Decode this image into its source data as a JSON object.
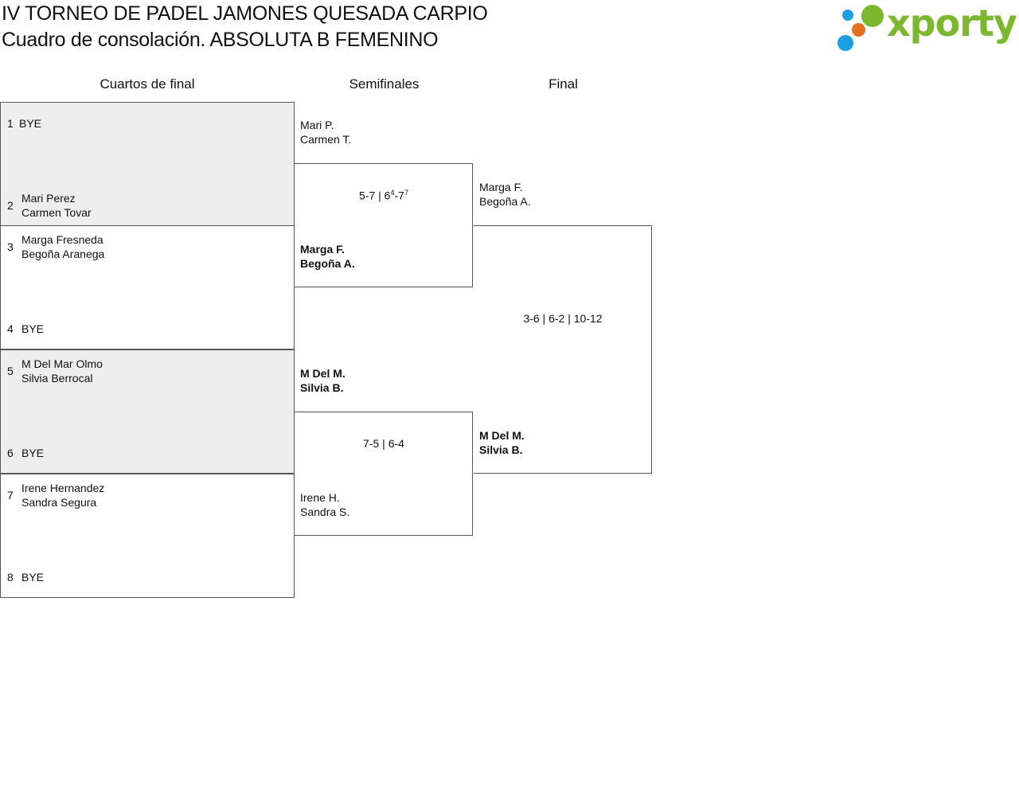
{
  "header": {
    "title": "IV TORNEO DE PADEL JAMONES QUESADA CARPIO",
    "subtitle": "Cuadro de consolación. ABSOLUTA B FEMENINO",
    "logo_text": "xporty",
    "logo_color": "#7cb82f"
  },
  "rounds": {
    "quarterfinals": "Cuartos de final",
    "semifinals": "Semifinales",
    "final": "Final"
  },
  "quarterfinals": [
    {
      "num": "1",
      "names": [
        "BYE"
      ]
    },
    {
      "num": "2",
      "names": [
        "Mari Perez",
        "Carmen Tovar"
      ]
    },
    {
      "num": "3",
      "names": [
        "Marga Fresneda",
        "Begoña Aranega"
      ]
    },
    {
      "num": "4",
      "names": [
        "BYE"
      ]
    },
    {
      "num": "5",
      "names": [
        "M Del Mar Olmo",
        "Silvia Berrocal"
      ]
    },
    {
      "num": "6",
      "names": [
        "BYE"
      ]
    },
    {
      "num": "7",
      "names": [
        "Irene Hernandez",
        "Sandra Segura"
      ]
    },
    {
      "num": "8",
      "names": [
        "BYE"
      ]
    }
  ],
  "semifinals": [
    {
      "pair": [
        "Mari P.",
        "Carmen T."
      ],
      "winner": false
    },
    {
      "pair": [
        "Marga F.",
        "Begoña A."
      ],
      "winner": true
    },
    {
      "pair": [
        "M Del M.",
        "Silvia B."
      ],
      "winner": true
    },
    {
      "pair": [
        "Irene H.",
        "Sandra S."
      ],
      "winner": false
    }
  ],
  "semifinal_scores": [
    {
      "parts": [
        "5-7 | 6",
        "4",
        "-7",
        "7"
      ]
    },
    {
      "text": "7-5 | 6-4"
    }
  ],
  "final": [
    {
      "pair": [
        "Marga F.",
        "Begoña A."
      ],
      "winner": false
    },
    {
      "pair": [
        "M Del M.",
        "Silvia B."
      ],
      "winner": true
    }
  ],
  "final_score": "3-6 | 6-2 | 10-12"
}
